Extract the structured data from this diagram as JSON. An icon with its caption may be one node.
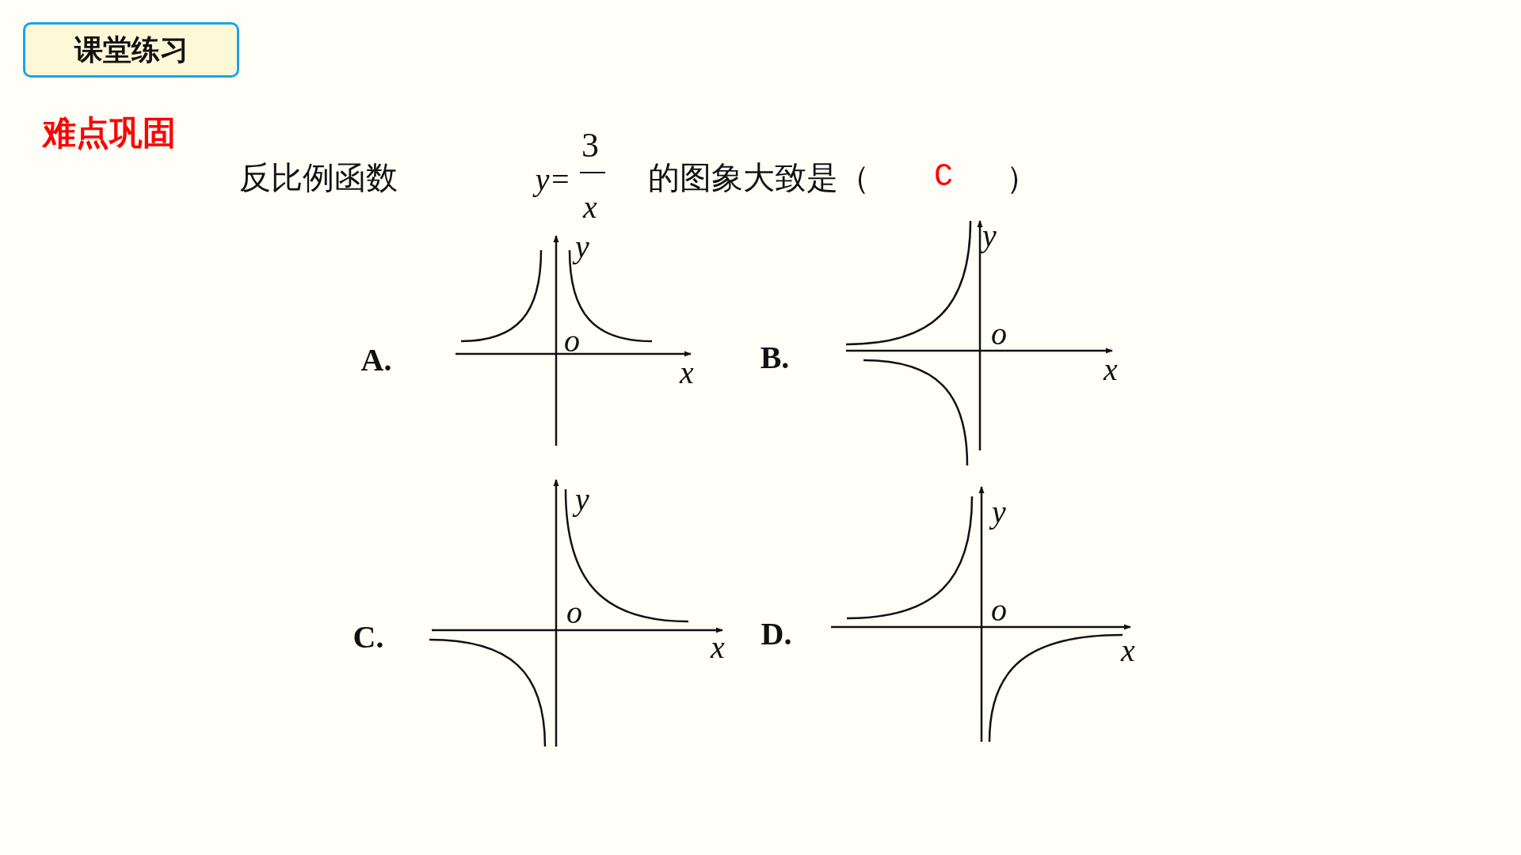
{
  "diagram": {
    "nodes": [
      {
        "text": [
          "课堂练习"
        ]
      }
    ],
    "labels": [
      "难点巩固",
      "反比例函数",
      "y=",
      "3",
      "x",
      "的图象大致是（",
      "C",
      "）",
      "y",
      "A.",
      "o",
      "x",
      "y",
      "B.",
      "o",
      "x",
      "y",
      "C.",
      "o",
      "x",
      "y",
      "D.",
      "o",
      "x"
    ]
  }
}
